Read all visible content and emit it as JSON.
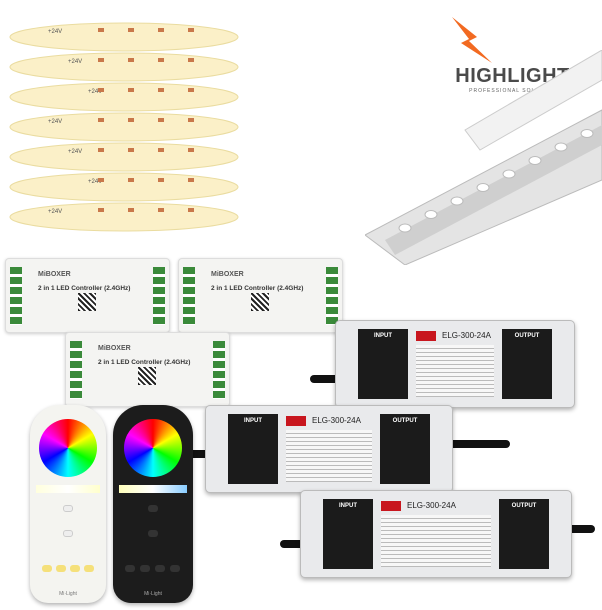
{
  "led_strip": {
    "voltage_marking": "+24V"
  },
  "logo": {
    "brand": "HIGHLIGHT",
    "tagline": "PROFESSIONAL SOLUTION",
    "accent_color": "#f26a21"
  },
  "controllers": [
    {
      "brand": "MiBOXER",
      "title": "2 in 1 LED Controller (2.4GHz)"
    },
    {
      "brand": "MiBOXER",
      "title": "2 in 1 LED Controller (2.4GHz)"
    },
    {
      "brand": "MiBOXER",
      "title": "2 in 1 LED Controller (2.4GHz)"
    }
  ],
  "power_supplies": [
    {
      "model": "ELG-300-24A",
      "input": "INPUT",
      "output": "OUTPUT"
    },
    {
      "model": "ELG-300-24A",
      "input": "INPUT",
      "output": "OUTPUT"
    },
    {
      "model": "ELG-300-24A",
      "input": "INPUT",
      "output": "OUTPUT"
    }
  ],
  "remotes": [
    {
      "brand": "Mi·Light",
      "color": "white"
    },
    {
      "brand": "Mi·Light",
      "color": "black"
    }
  ]
}
